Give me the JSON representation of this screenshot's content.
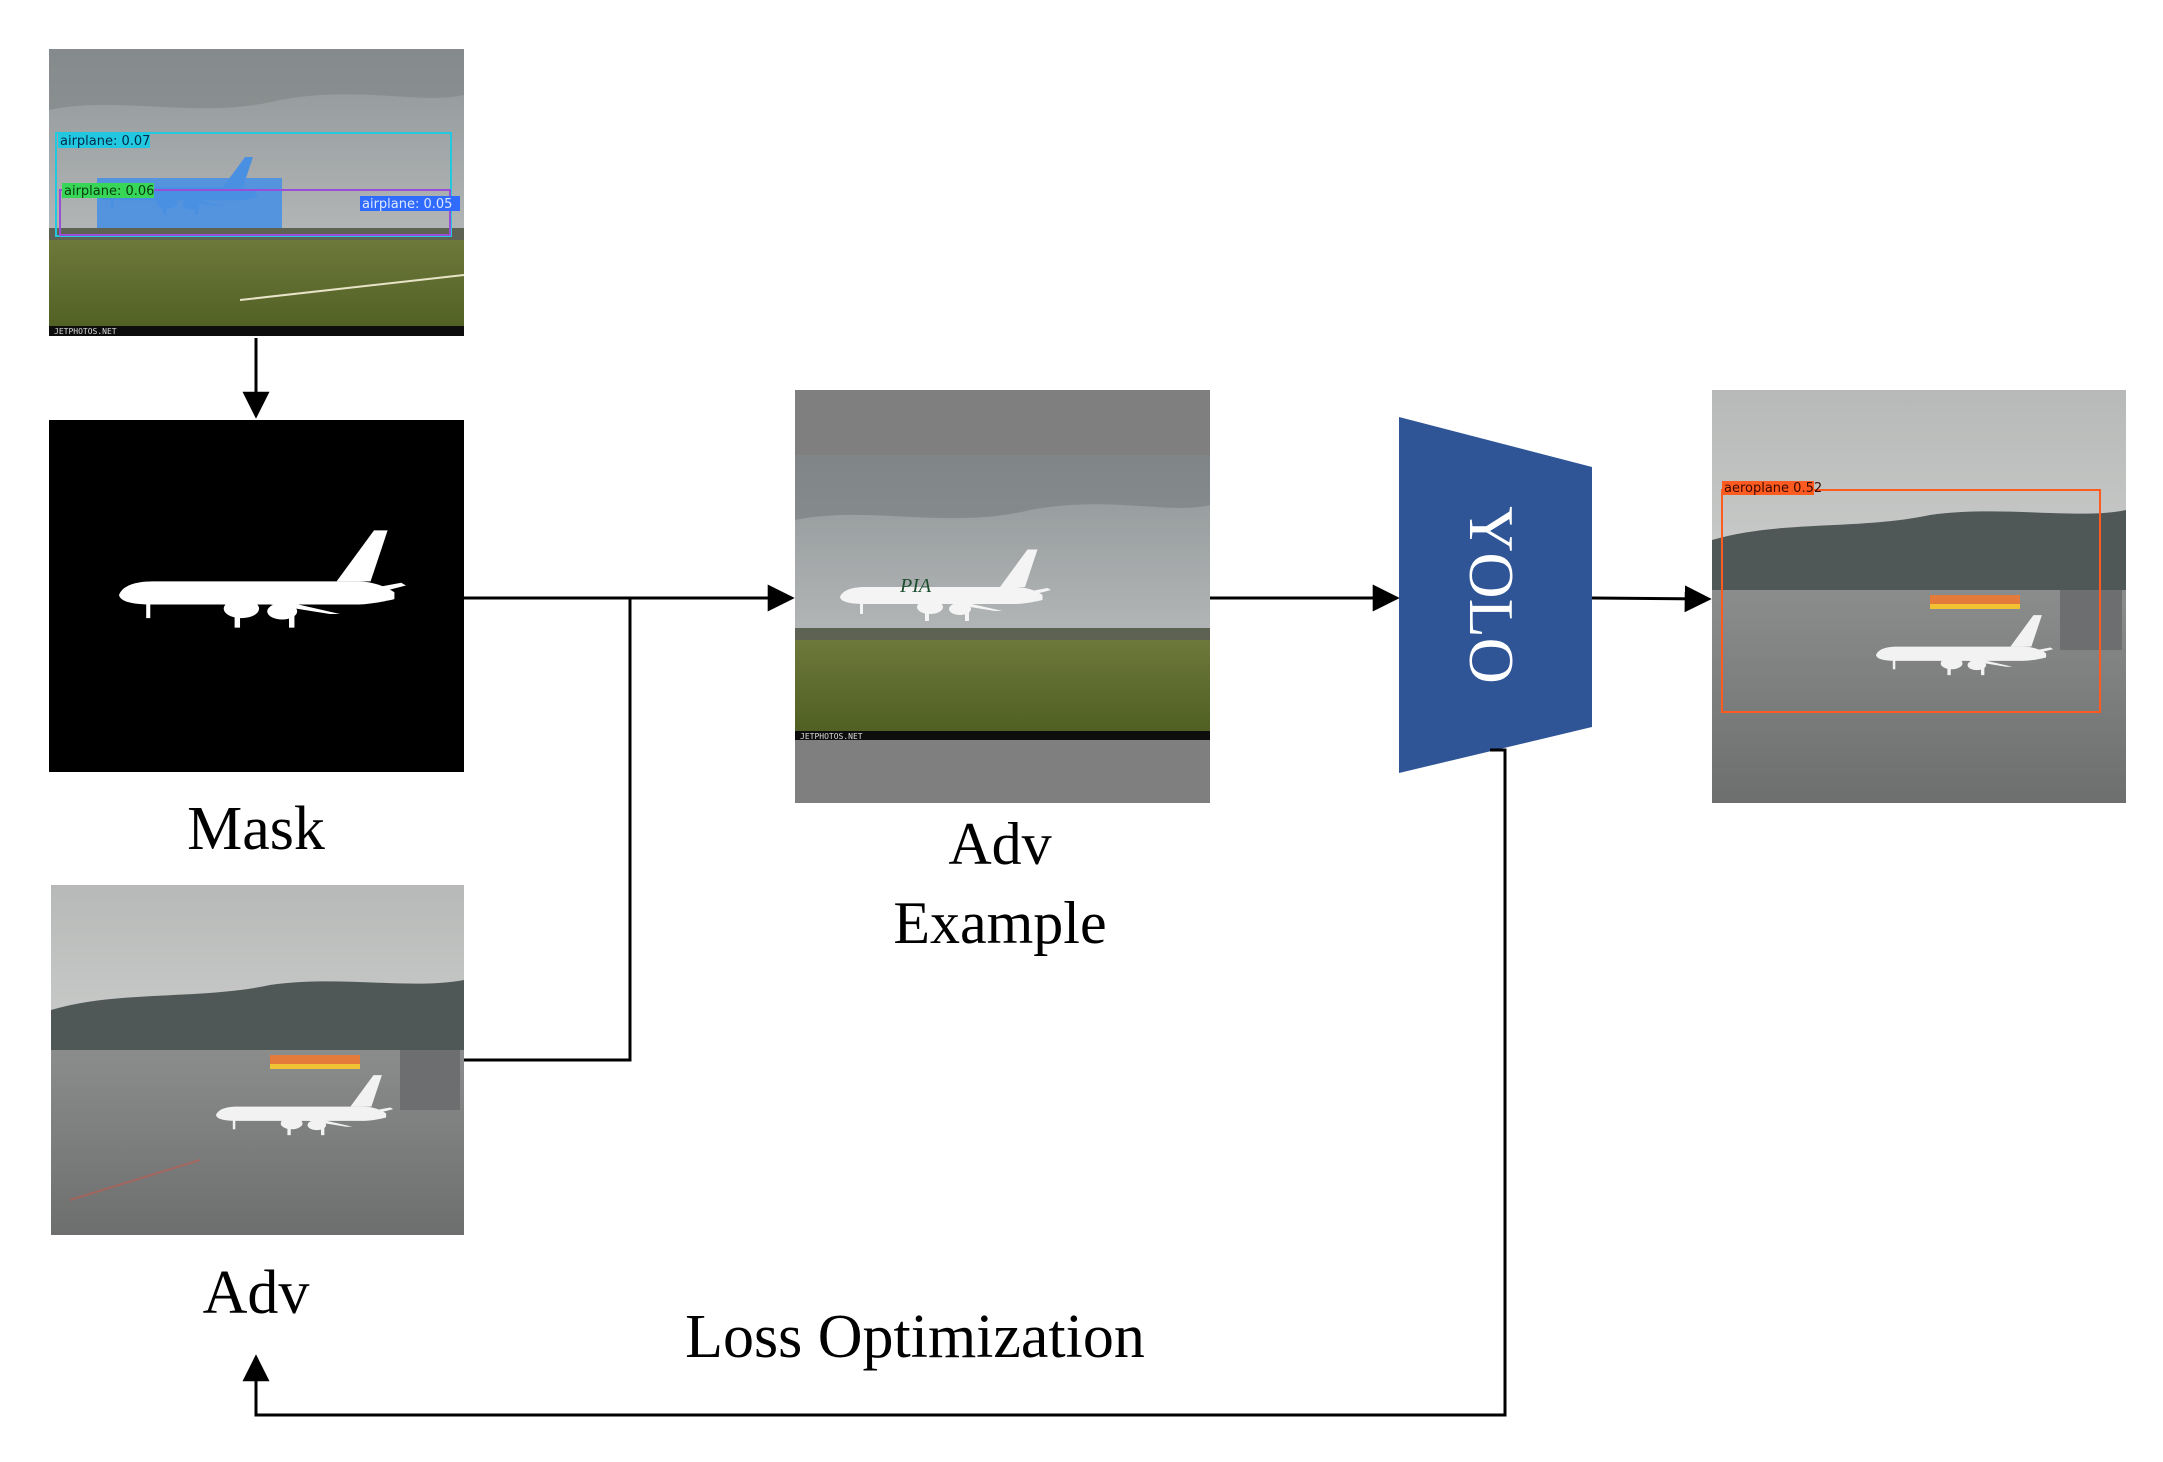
{
  "labels": {
    "mask": "Mask",
    "adv": "Adv",
    "adv_example_line1": "Adv",
    "adv_example_line2": "Example",
    "loss": "Loss Optimization"
  },
  "model": {
    "name": "YOLO",
    "color": "#2f5597"
  },
  "detections_input": [
    {
      "text": "airplane: 0.07",
      "color": "#22c8e0"
    },
    {
      "text": "airplane: 0.06",
      "color": "#37d657"
    },
    {
      "text": "airplane: 0.05",
      "color": "#2f6bff"
    }
  ],
  "detection_output": {
    "text": "aeroplane 0.52",
    "color": "#ff5a1f"
  },
  "watermark": "JETPHOTOS.NET",
  "aircraft_livery": "PIA"
}
